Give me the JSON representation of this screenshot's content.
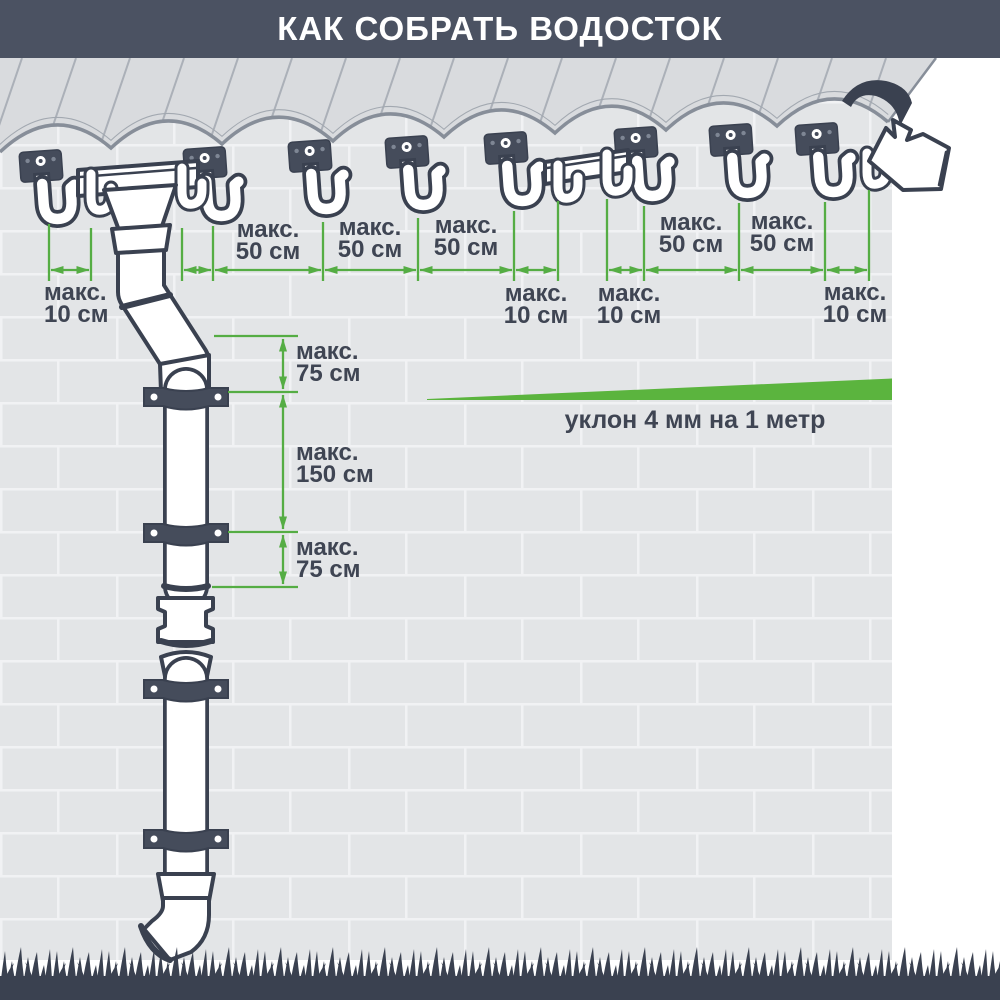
{
  "header": {
    "title": "КАК СОБРАТЬ ВОДОСТОК"
  },
  "colors": {
    "accent_green": "#55ad44",
    "wedge_green": "#5bb43e",
    "header_bg": "#4b5262",
    "outline_dark": "#3a4150",
    "bracket_fill": "#454c5b",
    "label_text": "#3f4553",
    "roof_fill": "#d9dbde",
    "roof_line": "#abb0b8",
    "roof_edge": "#878e99",
    "wall_brick": "#e3e5e7",
    "wall_mortar": "#f1f2f4"
  },
  "annotations": {
    "slope_label": "уклон 4 мм на 1 метр",
    "labels_50": [
      {
        "l1": "макс.",
        "l2": "50 см"
      },
      {
        "l1": "макс.",
        "l2": "50 см"
      },
      {
        "l1": "макс.",
        "l2": "50 см"
      },
      {
        "l1": "макс.",
        "l2": "50 см"
      },
      {
        "l1": "макс.",
        "l2": "50 см"
      }
    ],
    "labels_10": [
      {
        "l1": "макс.",
        "l2": "10 см"
      },
      {
        "l1": "макс.",
        "l2": "10 см"
      },
      {
        "l1": "макс.",
        "l2": "10 см"
      },
      {
        "l1": "макс.",
        "l2": "10 см"
      }
    ],
    "labels_pipe": [
      {
        "l1": "макс.",
        "l2": "75 см"
      },
      {
        "l1": "макс.",
        "l2": "150 см"
      },
      {
        "l1": "макс.",
        "l2": "75 см"
      }
    ]
  },
  "figure": {
    "parts": [
      "roof",
      "brick-wall",
      "grass",
      "gutter-bracket",
      "gutter-funnel",
      "gutter-connector",
      "gutter-end-cap",
      "downpipe",
      "pipe-clamp",
      "pipe-coupling",
      "outlet-elbow",
      "slope-wedge"
    ]
  }
}
